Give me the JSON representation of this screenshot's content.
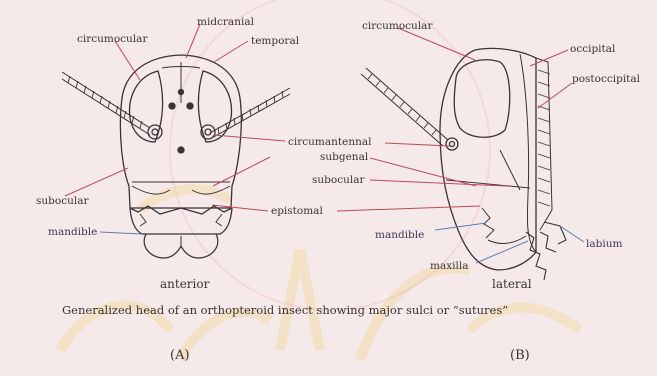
{
  "labels": {
    "circumocular_a": "circumocular",
    "midcranial": "midcranial",
    "temporal": "temporal",
    "circumocular_b": "circumocular",
    "occipital": "occipital",
    "postoccipital": "postoccipital",
    "circumantennal": "circumantennal",
    "subgenal": "subgenal",
    "subocular_b": "subocular",
    "subocular_a": "subocular",
    "epistomal": "epistomal",
    "mandible_a": "mandible",
    "mandible_b": "mandible",
    "labium": "labium",
    "maxilla": "maxilla"
  },
  "views": {
    "anterior": "anterior",
    "lateral": "lateral"
  },
  "caption": "Generalized head of an orthopteroid insect showing major sulci or “sutures”",
  "panels": {
    "a": "(A)",
    "b": "(B)"
  },
  "colors": {
    "background": "#f6e9ea",
    "ink": "#3b3236",
    "leader_red": "#c0485a",
    "leader_blue": "#5a7fb0",
    "watermark": "#efd9a8"
  }
}
